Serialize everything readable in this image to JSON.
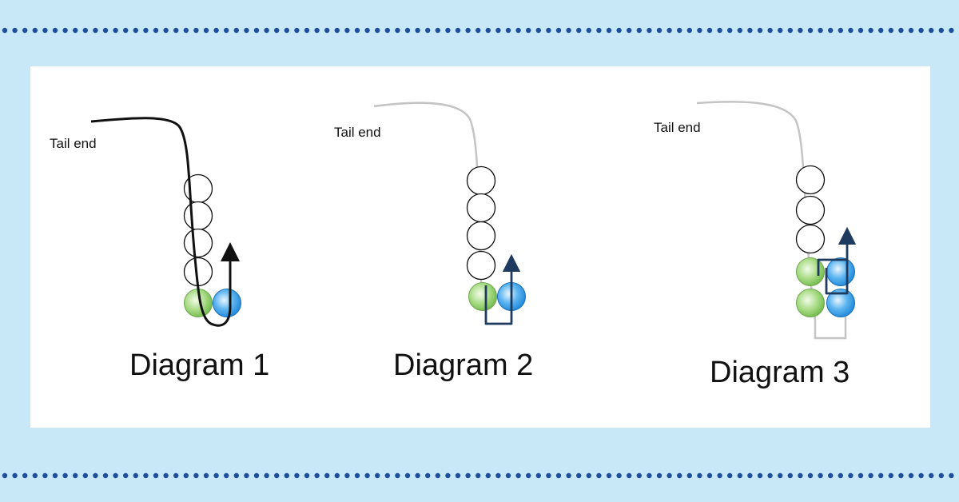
{
  "colors": {
    "background": "#c8e8f8",
    "panel": "#ffffff",
    "dot": "#1f4f9c",
    "thread_dark": "#111111",
    "thread_grey": "#c4c4c4",
    "thread_navy": "#1e3a5f",
    "bead_green": "#8fcf6a",
    "bead_blue": "#3aa0e8"
  },
  "diagrams": [
    {
      "label": "Diagram 1",
      "tail_label": "Tail end",
      "icons": [
        "bead-icon",
        "thread-arrow-icon"
      ]
    },
    {
      "label": "Diagram 2",
      "tail_label": "Tail end",
      "icons": [
        "bead-icon",
        "thread-arrow-icon"
      ]
    },
    {
      "label": "Diagram 3",
      "tail_label": "Tail end",
      "icons": [
        "bead-icon",
        "thread-arrow-icon"
      ]
    }
  ]
}
